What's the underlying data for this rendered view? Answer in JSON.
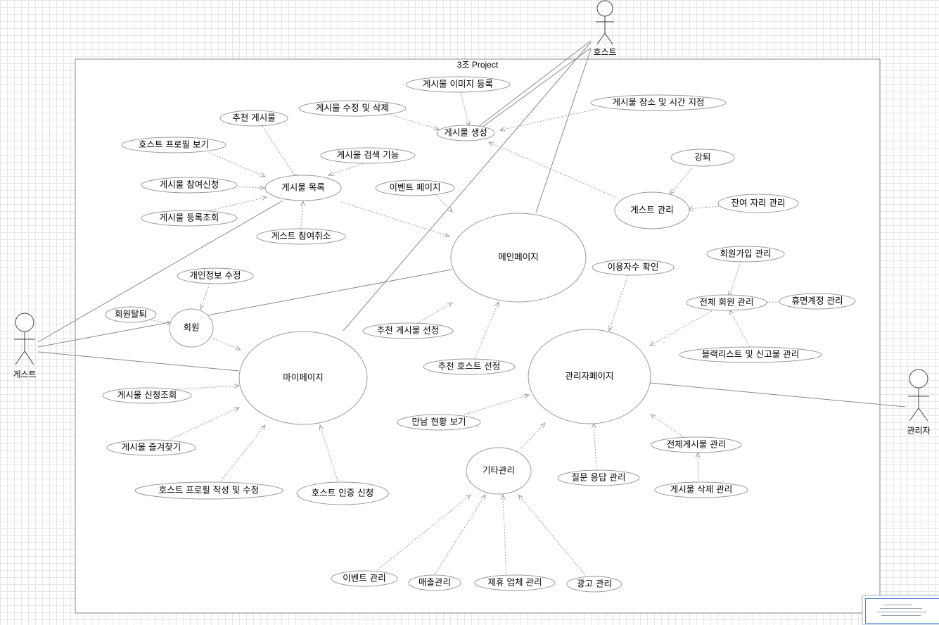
{
  "frame": {
    "title": "3조 Project"
  },
  "actors": {
    "host": "호스트",
    "guest": "게스트",
    "admin": "관리자"
  },
  "use_cases": {
    "post_image_register": "게시물 이미지 등록",
    "post_edit_delete": "게시물 수정 및 삭제",
    "post_place_time": "게시물 장소 및 시간 지정",
    "post_create": "게시물 생성",
    "recommended_posts": "추천 게시물",
    "host_profile_view": "호스트 프로필 보기",
    "post_search": "게시물 검색 기능",
    "post_apply": "게시물 참여신청",
    "post_list": "게시물 목록",
    "post_registration_view": "게시물 등록조회",
    "guest_cancel": "게스트 참여취소",
    "event_page": "이벤트 페이지",
    "main_page": "메인페이지",
    "kick": "강퇴",
    "guest_manage": "게스트 관리",
    "remaining_seats": "잔여 자리 관리",
    "member_signup_manage": "회원가입 관리",
    "user_count": "이용자수 확인",
    "personal_info_edit": "개인정보 수정",
    "withdraw": "회원탈퇴",
    "member": "회원",
    "all_member_manage": "전체 회원 관리",
    "dormant_manage": "휴면계정 관리",
    "recommended_post_select": "추천 게시물 선정",
    "blacklist_manage": "블랙리스트 및 신고물 관리",
    "my_page": "마이페이지",
    "recommended_host_select": "추천 호스트 선정",
    "admin_page": "관리자페이지",
    "post_application_view": "게시물 신청조회",
    "meeting_status": "만남 현황 보기",
    "favorites": "게시물 즐겨찾기",
    "all_posts_manage": "전체게시물 관리",
    "etc_manage": "기타관리",
    "qna_manage": "질문 응답 관리",
    "host_profile_edit": "호스트 프로필 작성 및 수정",
    "host_verify": "호스트 인증 신청",
    "post_delete_manage": "게시물 삭제 관리",
    "event_manage": "이벤트 관리",
    "sales_manage": "매출관리",
    "partner_manage": "제휴 업체 관리",
    "ad_manage": "광고 관리"
  }
}
